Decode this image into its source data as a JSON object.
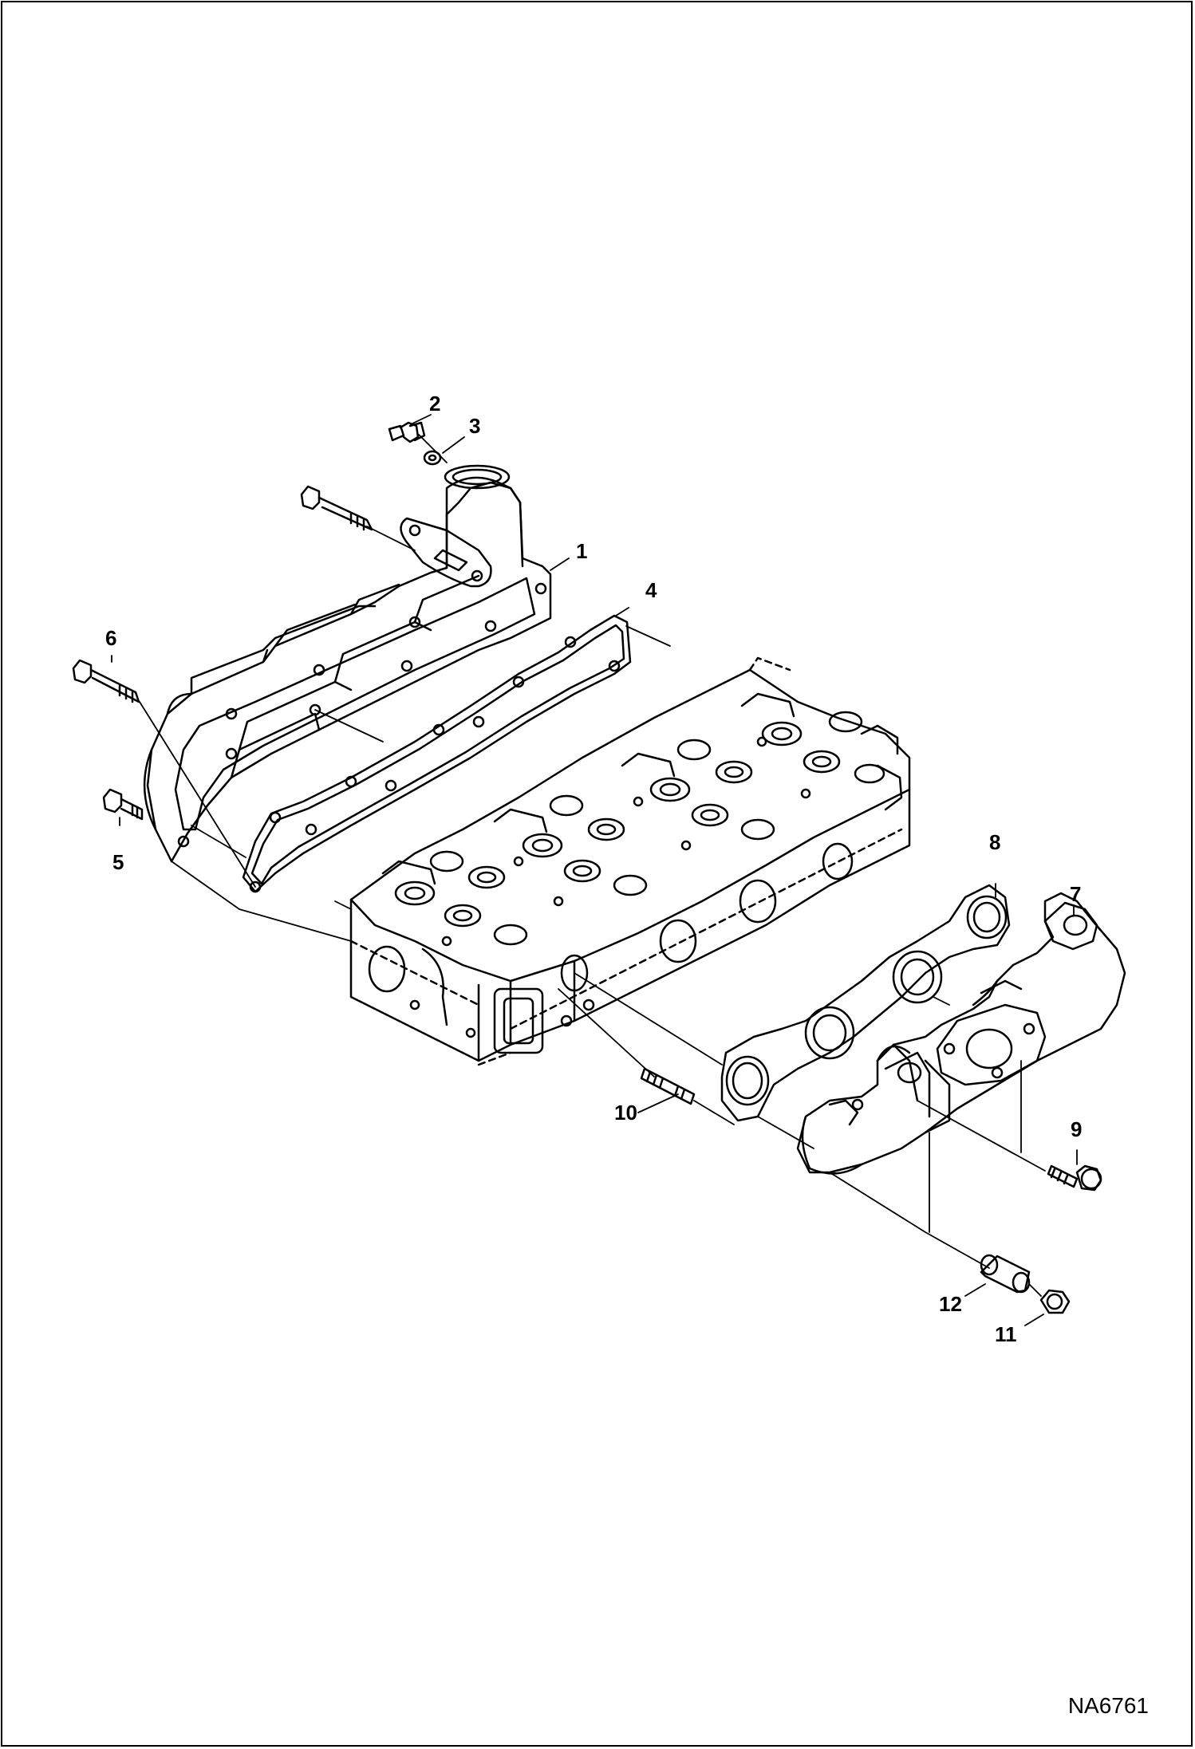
{
  "figure": {
    "drawing_id": "NA6761",
    "stroke_color": "#000000",
    "background_color": "#ffffff"
  },
  "callouts": {
    "c1": "1",
    "c2": "2",
    "c3": "3",
    "c4": "4",
    "c5": "5",
    "c6": "6",
    "c7": "7",
    "c8": "8",
    "c9": "9",
    "c10": "10",
    "c11": "11",
    "c12": "12"
  }
}
